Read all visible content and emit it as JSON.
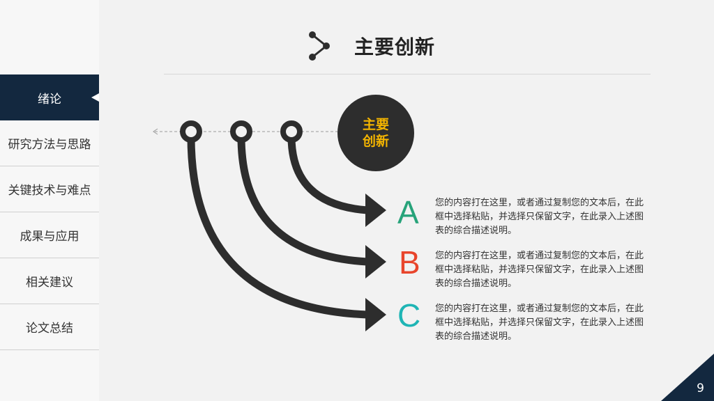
{
  "title": "主要创新",
  "nav": {
    "items": [
      {
        "label": "绪论",
        "active": true
      },
      {
        "label": "研究方法与思路"
      },
      {
        "label": "关键技术与难点"
      },
      {
        "label": "成果与应用"
      },
      {
        "label": "相关建议"
      },
      {
        "label": "论文总结"
      }
    ]
  },
  "diagram": {
    "center_line1": "主要",
    "center_line2": "创新",
    "items": [
      {
        "letter": "A",
        "color": "#27a37a",
        "text": "您的内容打在这里，或者通过复制您的文本后，在此框中选择粘贴，并选择只保留文字，在此录入上述图表的综合描述说明。"
      },
      {
        "letter": "B",
        "color": "#e8452c",
        "text": "您的内容打在这里，或者通过复制您的文本后，在此框中选择粘贴，并选择只保留文字，在此录入上述图表的综合描述说明。"
      },
      {
        "letter": "C",
        "color": "#1fb5b5",
        "text": "您的内容打在这里，或者通过复制您的文本后，在此框中选择粘贴，并选择只保留文字，在此录入上述图表的综合描述说明。"
      }
    ]
  },
  "colors": {
    "navy": "#13283f",
    "dark": "#2d2d2d",
    "accent": "#f3b400"
  },
  "page_number": "9"
}
